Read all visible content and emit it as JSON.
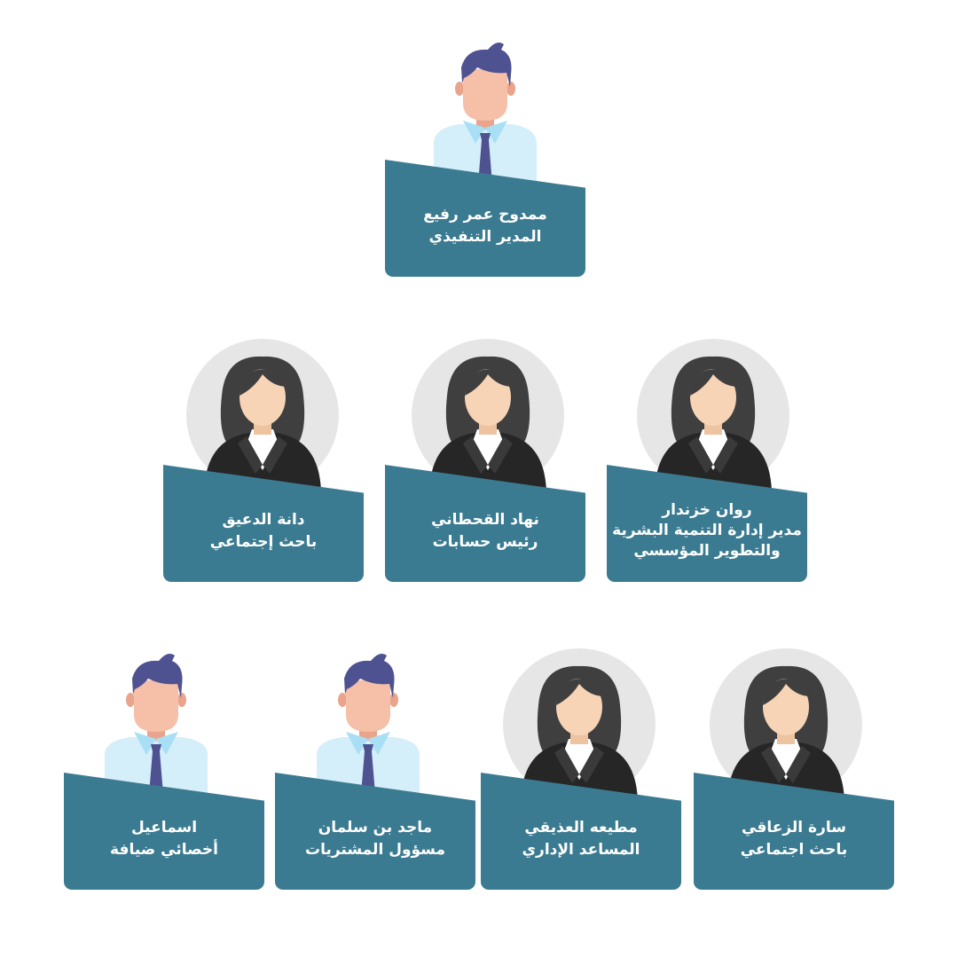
{
  "colors": {
    "plate": "#3b7b91",
    "circle": "#e6e6e6",
    "skin_male": "#f5bfa8",
    "skin_female": "#f7d4b6",
    "hair_male": "#4e5291",
    "hair_female": "#3f3f3f",
    "shirt_male": "#d4eefa",
    "tie": "#4e5291",
    "jacket_female": "#262626"
  },
  "chart": {
    "top": {
      "icon": "male-avatar-icon",
      "name": "ممدوح عمر رفيع",
      "title": "المدير التنفيذي"
    },
    "row2": [
      {
        "icon": "female-avatar-icon",
        "name": "روان  خزندار",
        "title": "مدير إدارة التنمية البشرية",
        "title2": "والتطوير المؤسسي"
      },
      {
        "icon": "female-avatar-icon",
        "name": "نهاد القحطاني",
        "title": "رئيس حسابات"
      },
      {
        "icon": "female-avatar-icon",
        "name": "دانة الدعيق",
        "title": "باحث إجتماعي"
      }
    ],
    "row3": [
      {
        "icon": "female-avatar-icon",
        "name": "سارة الزعاقي",
        "title": "باحث اجتماعي"
      },
      {
        "icon": "female-avatar-icon",
        "name": "مطيعه العذيقي",
        "title": "المساعد الإداري"
      },
      {
        "icon": "male-avatar-icon",
        "name": "ماجد بن سلمان",
        "title": "مسؤول المشتريات"
      },
      {
        "icon": "male-avatar-icon",
        "name": "اسماعيل",
        "title": "أخصائي ضيافة"
      }
    ]
  }
}
